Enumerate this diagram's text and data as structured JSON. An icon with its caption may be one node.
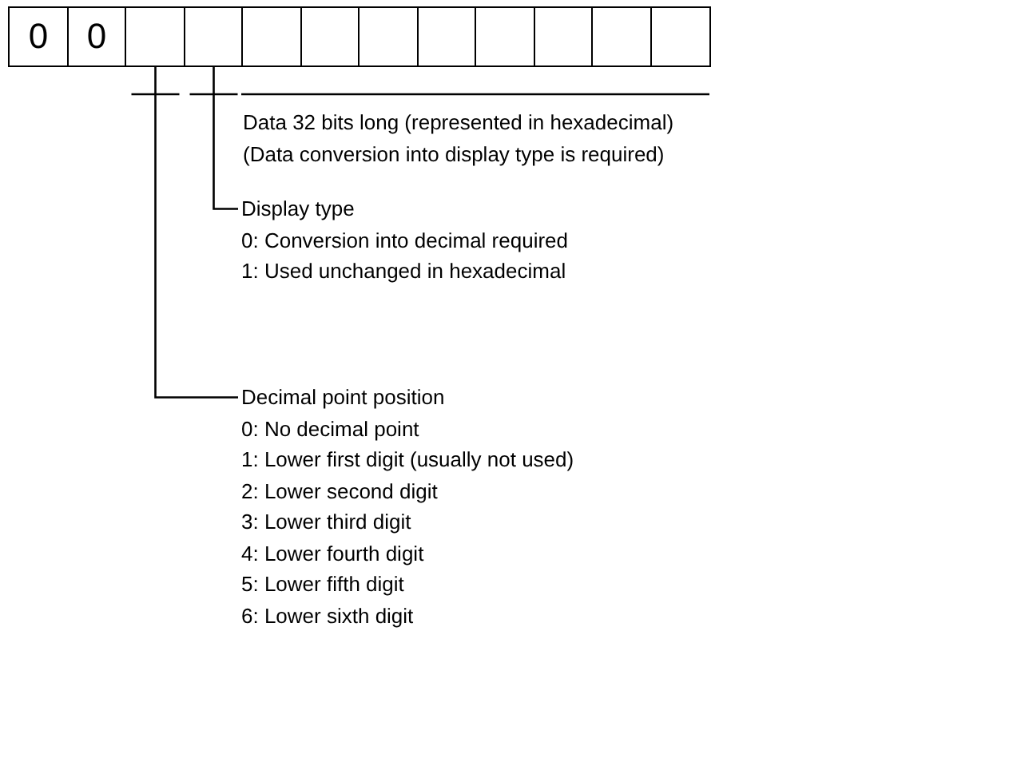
{
  "diagram": {
    "nodes": [
      {
        "text": [
          "0"
        ]
      },
      {
        "text": [
          "0"
        ]
      },
      {
        "text": [],
        "shape": "box"
      },
      {
        "text": [],
        "shape": "box"
      },
      {
        "text": [],
        "shape": "box"
      },
      {
        "text": [],
        "shape": "box"
      },
      {
        "text": [],
        "shape": "box"
      },
      {
        "text": [],
        "shape": "box"
      },
      {
        "text": [],
        "shape": "box"
      },
      {
        "text": [],
        "shape": "box"
      },
      {
        "text": [],
        "shape": "box"
      },
      {
        "text": [],
        "shape": "box"
      },
      {
        "text": [
          "Display type",
          "0: Conversion into decimal required",
          "1: Used unchanged in hexadecimal"
        ]
      },
      {
        "text": [
          "Decimal point position",
          "0: No decimal point",
          "1: Lower first digit (usually not used)",
          "2: Lower second digit",
          "3: Lower third digit",
          "4: Lower fourth digit",
          "5: Lower fifth digit",
          "6: Lower sixth digit"
        ]
      }
    ],
    "edges": [
      {
        "from": 12,
        "to": 3,
        "arrow": "none"
      },
      {
        "from": 13,
        "to": 2,
        "arrow": "none"
      }
    ],
    "labels": [
      "Data 32 bits long (represented in hexadecimal)",
      "(Data conversion into display type is required)"
    ]
  }
}
